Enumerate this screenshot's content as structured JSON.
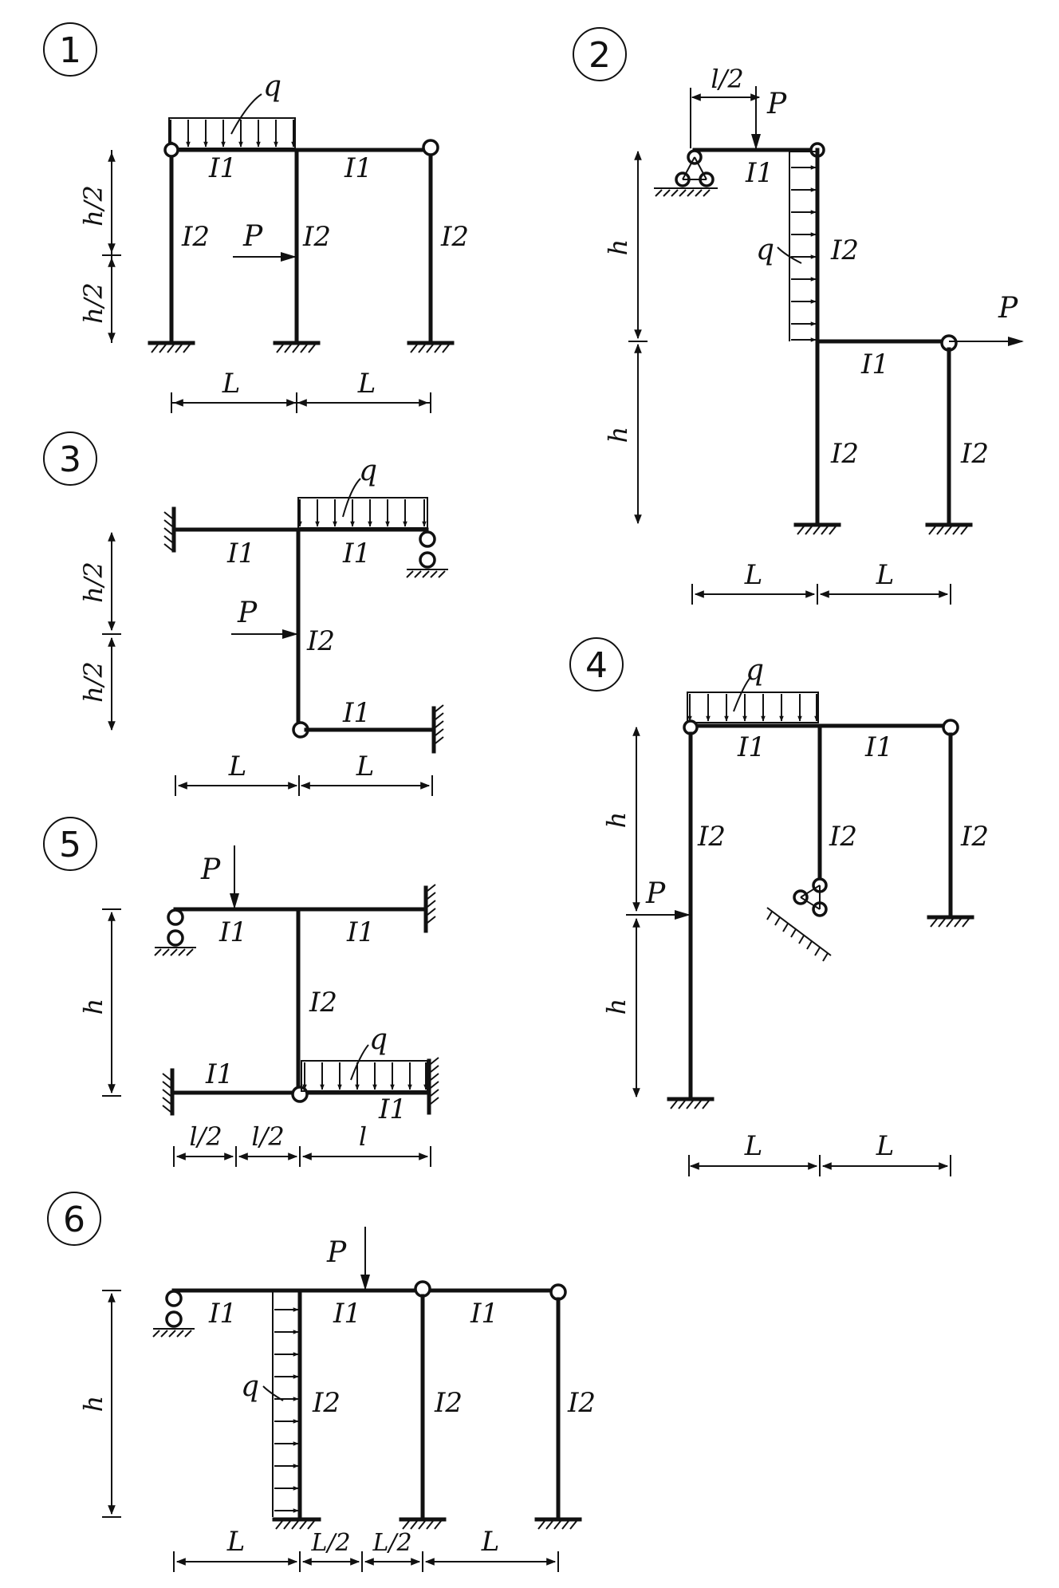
{
  "diagrams": [
    {
      "number": "1",
      "labels": {
        "q": "q",
        "P": "P",
        "I1a": "I1",
        "I1b": "I1",
        "I2a": "I2",
        "I2b": "I2",
        "I2c": "I2",
        "dimA": "h/2",
        "dimB": "h/2",
        "dimL1": "L",
        "dimL2": "L"
      }
    },
    {
      "number": "2",
      "labels": {
        "q": "q",
        "P1": "P",
        "P2": "P",
        "I1a": "I1",
        "I1b": "I1",
        "I2a": "I2",
        "I2b": "I2",
        "I2c": "I2",
        "dimTop": "l/2",
        "dimA": "h",
        "dimB": "h",
        "dimL1": "L",
        "dimL2": "L"
      }
    },
    {
      "number": "3",
      "labels": {
        "q": "q",
        "P": "P",
        "I1a": "I1",
        "I1b": "I1",
        "I1c": "I1",
        "I2": "I2",
        "dimA": "h/2",
        "dimB": "h/2",
        "dimL1": "L",
        "dimL2": "L"
      }
    },
    {
      "number": "4",
      "labels": {
        "q": "q",
        "P": "P",
        "I1a": "I1",
        "I1b": "I1",
        "I2a": "I2",
        "I2b": "I2",
        "I2c": "I2",
        "dimA": "h",
        "dimB": "h",
        "dimL1": "L",
        "dimL2": "L"
      }
    },
    {
      "number": "5",
      "labels": {
        "q": "q",
        "P": "P",
        "I1a": "I1",
        "I1b": "I1",
        "I1c": "I1",
        "I1d": "I1",
        "I2": "I2",
        "dimA": "h",
        "dimL1": "l/2",
        "dimL2": "l/2",
        "dimL3": "l"
      }
    },
    {
      "number": "6",
      "labels": {
        "q": "q",
        "P": "P",
        "I1a": "I1",
        "I1b": "I1",
        "I1c": "I1",
        "I2a": "I2",
        "I2b": "I2",
        "I2c": "I2",
        "dimA": "h",
        "dimL1": "L",
        "dimL2": "L/2",
        "dimL3": "L/2",
        "dimL4": "L"
      }
    }
  ]
}
